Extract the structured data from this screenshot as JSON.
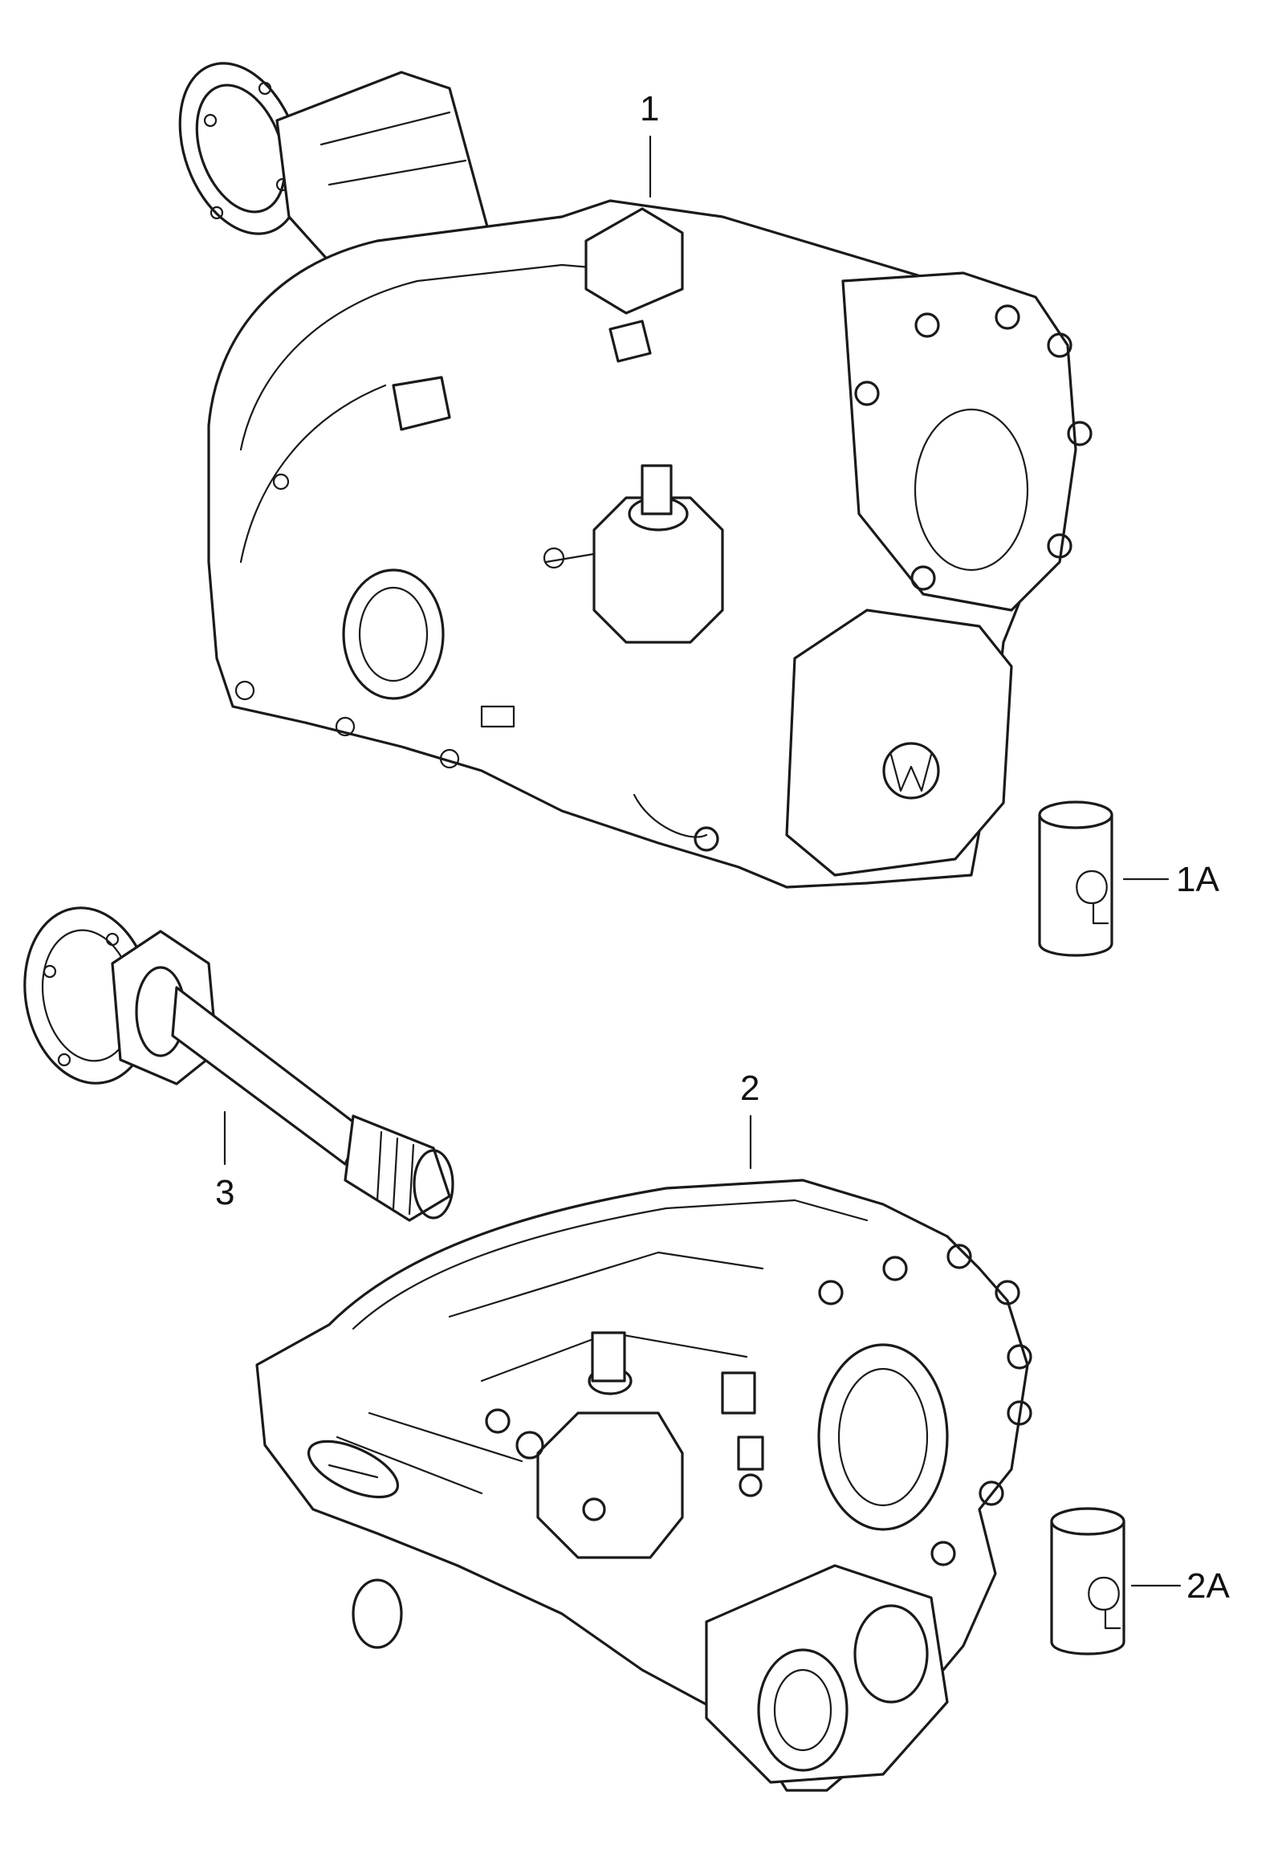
{
  "callouts": {
    "part_1": "1",
    "part_1A": "1A",
    "part_2": "2",
    "part_2A": "2A",
    "part_3": "3"
  },
  "colors": {
    "ink": "#1a1a1a",
    "paper": "#ffffff"
  },
  "icons": {
    "upper_gearbox": "gearbox-assembly-icon",
    "lower_gearbox": "gearbox-housing-icon",
    "drive_flange_shaft": "flange-shaft-icon",
    "oil_can_1A": "oil-can-icon",
    "oil_can_2A": "oil-can-icon",
    "vw_logo": "vw-logo-icon"
  }
}
